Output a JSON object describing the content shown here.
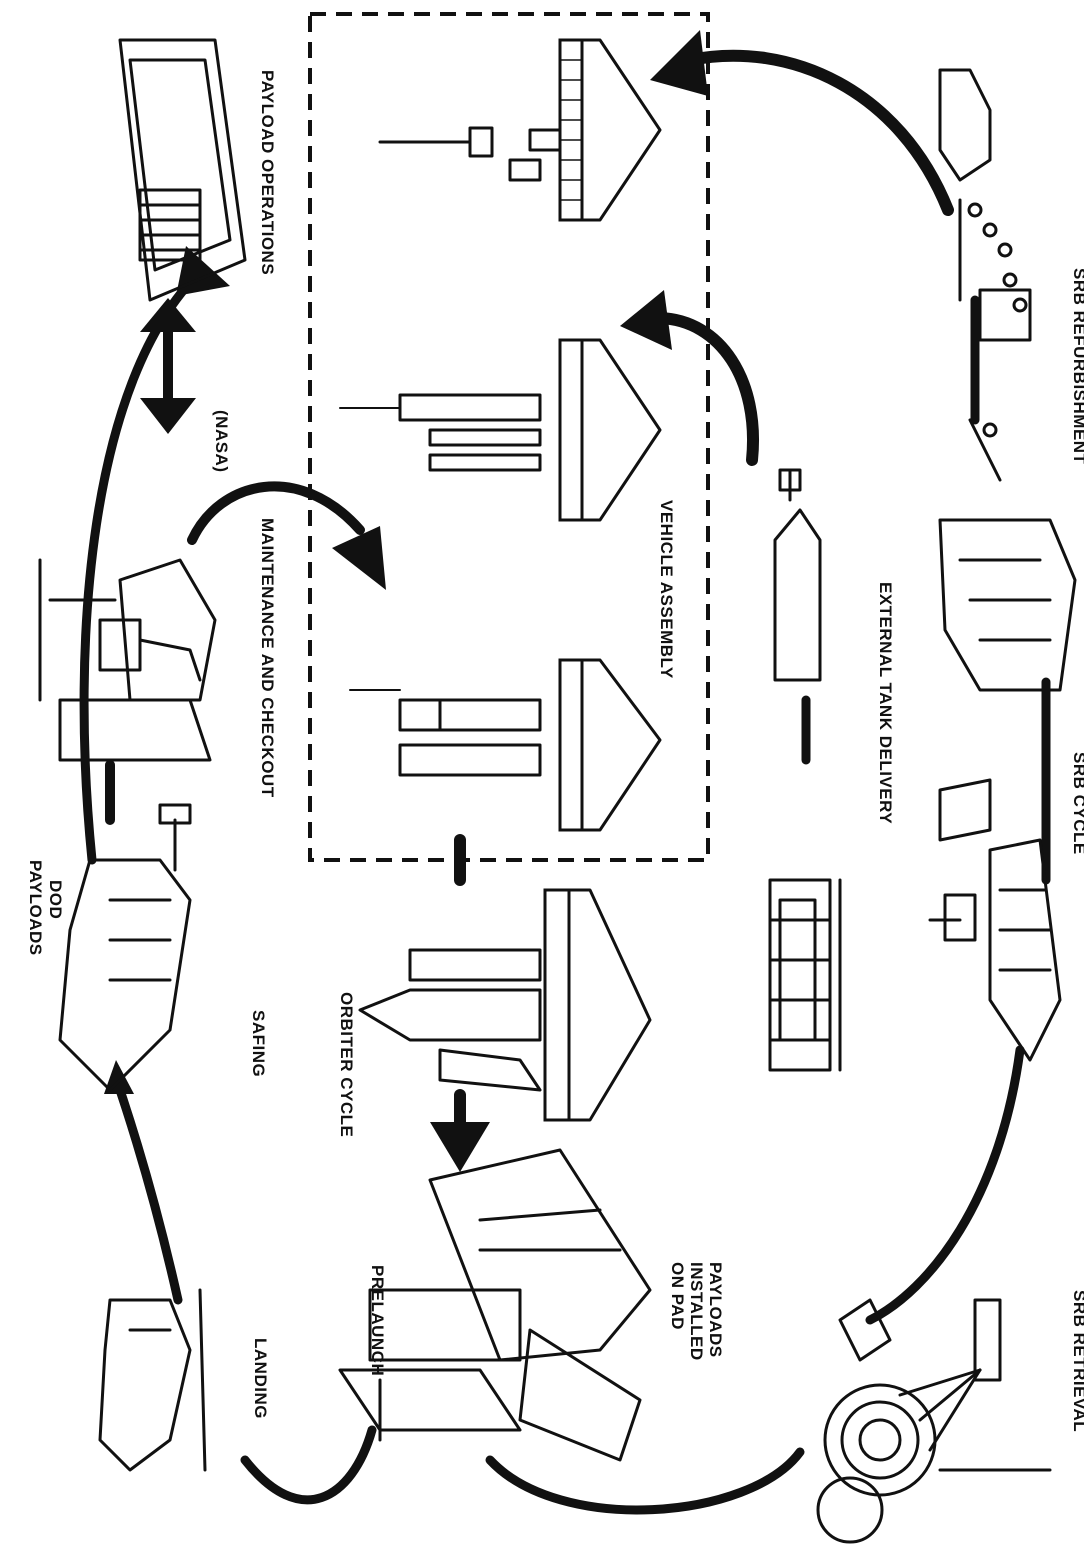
{
  "diagram": {
    "labels": {
      "payload_operations": "PAYLOAD OPERATIONS",
      "nasa": "(NASA)",
      "maintenance_checkout": "MAINTENANCE AND CHECKOUT",
      "vehicle_assembly": "VEHICLE ASSEMBLY",
      "external_tank_delivery": "EXTERNAL TANK DELIVERY",
      "srb_refurbishment": "SRB REFURBISHMENT",
      "srb_cycle": "SRB CYCLE",
      "srb_retrieval": "SRB RETRIEVAL",
      "dod_payloads_line1": "DOD",
      "dod_payloads_line2": "PAYLOADS",
      "safing": "SAFING",
      "orbiter_cycle": "ORBITER CYCLE",
      "landing": "LANDING",
      "prelaunch": "PRELAUNCH",
      "payloads_installed_line1": "PAYLOADS",
      "payloads_installed_line2": "INSTALLED",
      "payloads_installed_line3": "ON PAD"
    },
    "illustrations": [
      "payload-processing-building",
      "mobile-platform-empty",
      "mobile-platform-stacked",
      "mobile-platform-orbiter-mating",
      "mobile-platform-full-stack",
      "orbiter-in-processing-hangar",
      "orbiter-safing",
      "orbiter-landing",
      "launch-pad-with-vehicle",
      "external-tank-barge",
      "external-tank-transporter",
      "srb-segments-rail-cars",
      "srb-disassembly-facility",
      "recovery-ships-towing-booster",
      "srb-parachute-splashdown"
    ]
  }
}
